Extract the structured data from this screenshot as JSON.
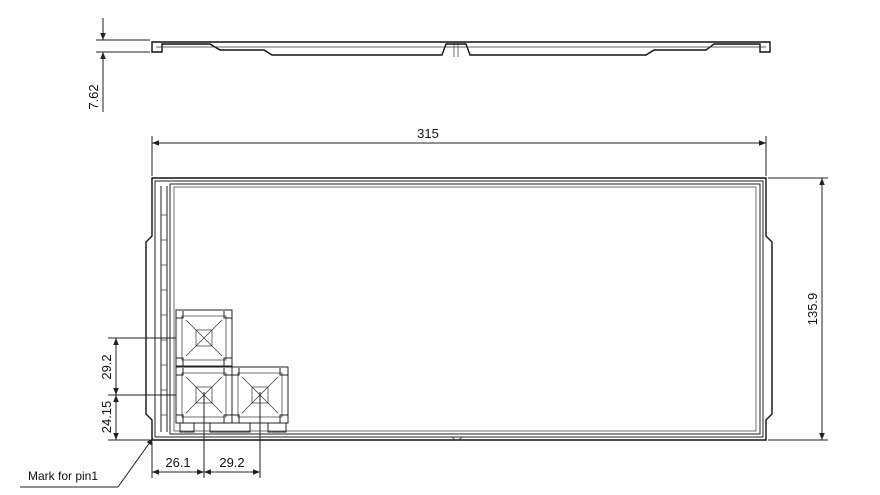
{
  "dimensions": {
    "height_side": "7.62",
    "width_top": "315",
    "height_right": "135.9",
    "pitch_y": "29.2",
    "offset_y": "24.15",
    "offset_x": "26.1",
    "pitch_x": "29.2"
  },
  "annotations": {
    "pin1_mark": "Mark for pin1"
  }
}
